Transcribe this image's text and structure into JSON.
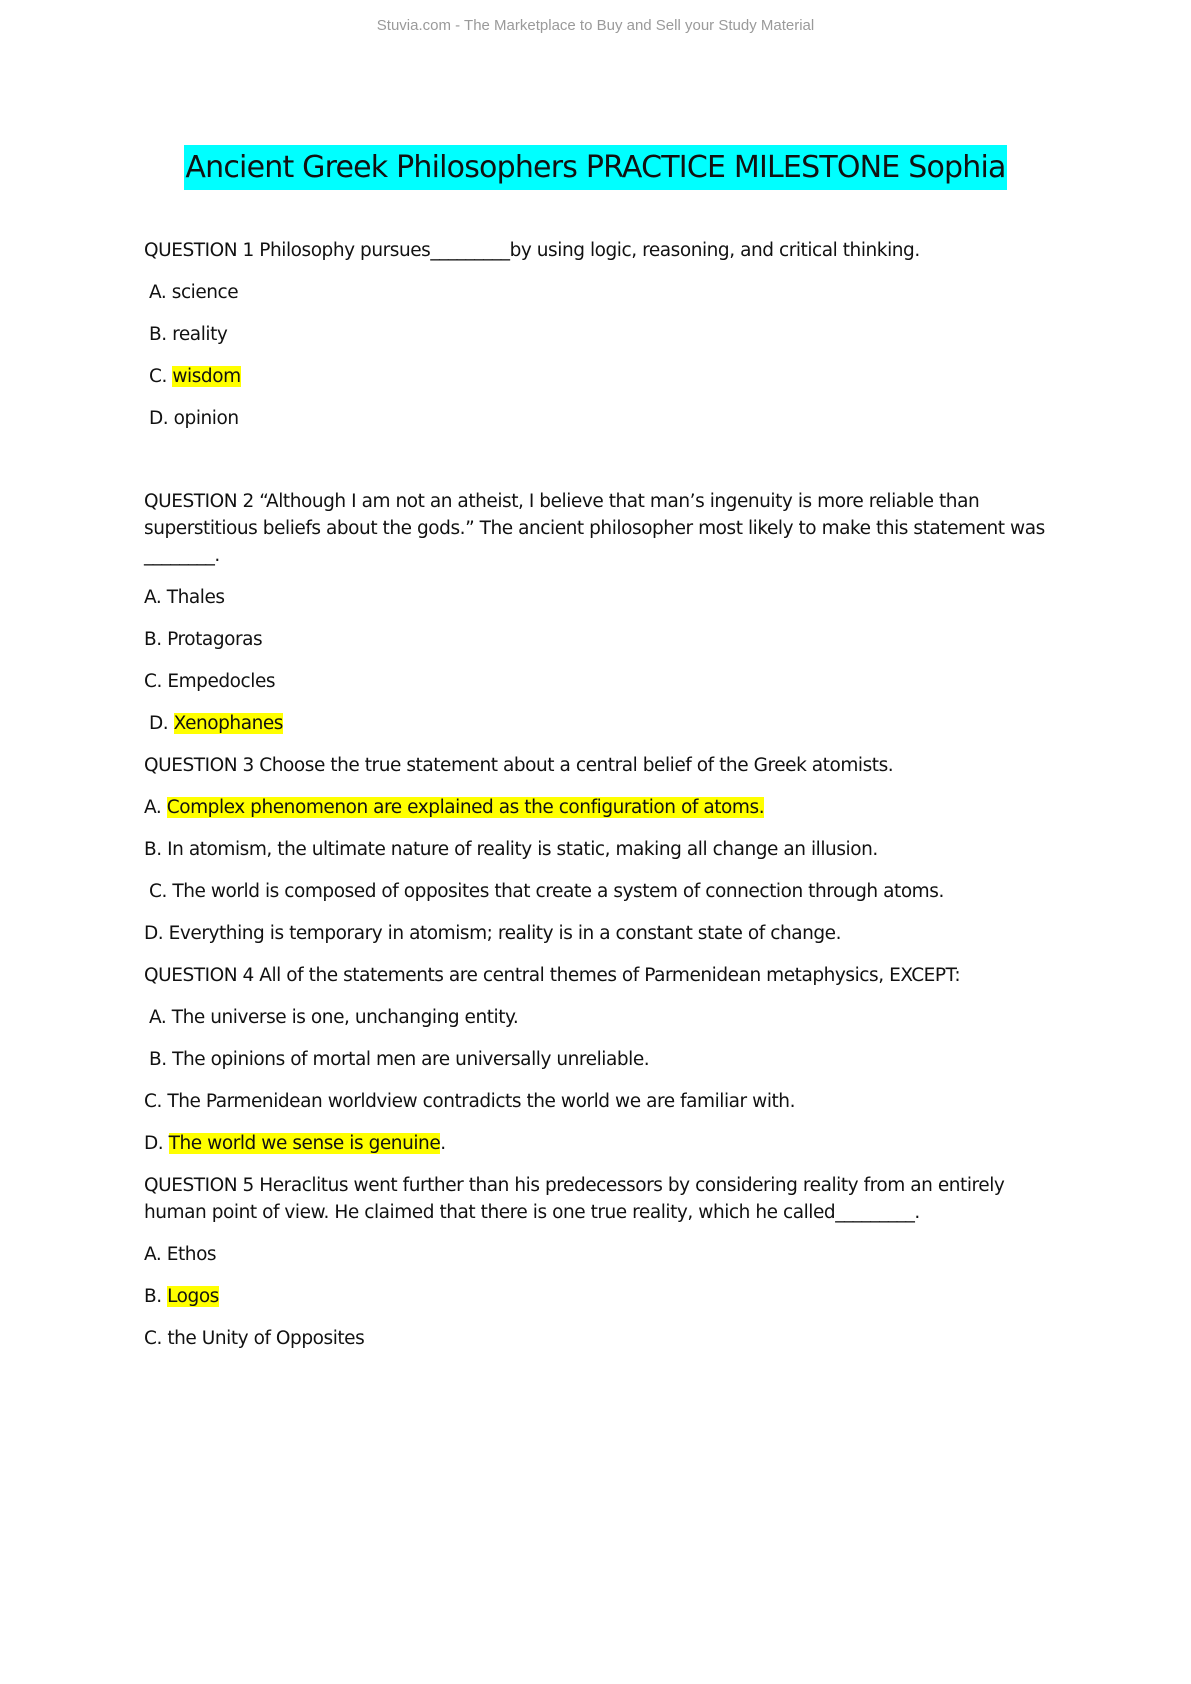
{
  "header": {
    "banner": "Stuvia.com - The Marketplace to Buy and Sell your Study Material"
  },
  "title": "Ancient Greek Philosophers PRACTICE MILESTONE Sophia",
  "questions": [
    {
      "text": "QUESTION 1 Philosophy pursues_________by using logic, reasoning, and critical thinking.",
      "options": [
        {
          "letter": "A.",
          "text": "science",
          "highlighted": false
        },
        {
          "letter": "B.",
          "text": "reality",
          "highlighted": false
        },
        {
          "letter": "C.",
          "text": "wisdom",
          "highlighted": true
        },
        {
          "letter": "D.",
          "text": "opinion",
          "highlighted": false
        }
      ]
    },
    {
      "text_lines": [
        "QUESTION 2 “Although I am not an atheist, I believe that man’s ingenuity is more reliable than",
        "superstitious beliefs about the gods.” The ancient philosopher most likely to make this statement was",
        "________."
      ],
      "options": [
        {
          "letter": "A.",
          "text": "Thales",
          "highlighted": false
        },
        {
          "letter": "B.",
          "text": "Protagoras",
          "highlighted": false
        },
        {
          "letter": "C.",
          "text": "Empedocles",
          "highlighted": false
        },
        {
          "letter": "D.",
          "text": "Xenophanes",
          "highlighted": true
        }
      ]
    },
    {
      "text": "QUESTION 3 Choose the true statement about a central belief of the Greek atomists.",
      "options": [
        {
          "letter": "A.",
          "text": "Complex phenomenon are explained as the configuration of atoms.",
          "highlighted": true
        },
        {
          "letter": "B.",
          "text": "In atomism, the ultimate nature of reality is static, making all change an illusion.",
          "highlighted": false
        },
        {
          "letter": "C.",
          "text": "The world is composed of opposites that create a system of connection through atoms.",
          "highlighted": false
        },
        {
          "letter": "D.",
          "text": "Everything is temporary in atomism; reality is in a constant state of change.",
          "highlighted": false
        }
      ]
    },
    {
      "text": "QUESTION 4 All of the statements are central themes of Parmenidean metaphysics, EXCEPT:",
      "options": [
        {
          "letter": "A.",
          "text": "The universe is one, unchanging entity.",
          "highlighted": false
        },
        {
          "letter": "B.",
          "text": "The opinions of mortal men are universally unreliable.",
          "highlighted": false
        },
        {
          "letter": "C.",
          "text": "The Parmenidean worldview contradicts the world we are familiar with.",
          "highlighted": false
        },
        {
          "letter": "D.",
          "text": "The world we sense is genuine",
          "suffix": ".",
          "highlighted": true
        }
      ]
    },
    {
      "text_lines": [
        "QUESTION 5 Heraclitus went further than his predecessors by considering reality from an entirely",
        "human point of view. He claimed that there is one true reality, which he called_________."
      ],
      "options": [
        {
          "letter": "A.",
          "text": "Ethos",
          "highlighted": false
        },
        {
          "letter": "B.",
          "text": "Logos",
          "highlighted": true
        },
        {
          "letter": "C.",
          "text": "the Unity of Opposites",
          "highlighted": false
        }
      ]
    }
  ]
}
